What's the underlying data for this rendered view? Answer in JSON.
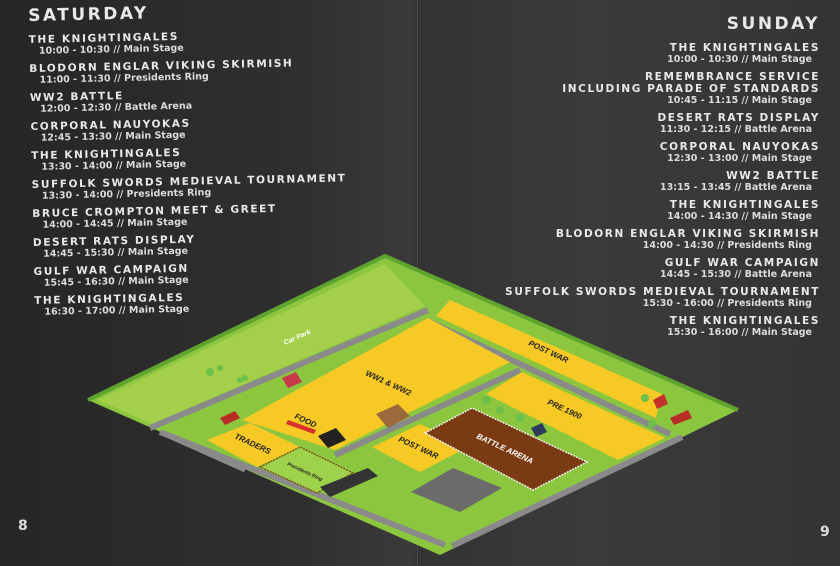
{
  "saturday": {
    "title": "SATURDAY",
    "events": [
      {
        "name": "THE KNIGHTINGALES",
        "time": "10:00 - 10:30 // Main Stage"
      },
      {
        "name": "BLODORN ENGLAR VIKING SKIRMISH",
        "time": "11:00 - 11:30 // Presidents Ring"
      },
      {
        "name": "WW2 BATTLE",
        "time": "12:00 - 12:30 // Battle Arena"
      },
      {
        "name": "CORPORAL NAUYOKAS",
        "time": "12:45 - 13:30 // Main Stage"
      },
      {
        "name": "THE KNIGHTINGALES",
        "time": "13:30 - 14:00 // Main Stage"
      },
      {
        "name": "SUFFOLK SWORDS MEDIEVAL TOURNAMENT",
        "time": "13:30 - 14:00 // Presidents Ring"
      },
      {
        "name": "BRUCE CROMPTON MEET & GREET",
        "time": "14:00 - 14:45 // Main Stage"
      },
      {
        "name": "DESERT RATS DISPLAY",
        "time": "14:45 - 15:30 // Main Stage"
      },
      {
        "name": "GULF WAR CAMPAIGN",
        "time": "15:45 - 16:30 // Main Stage"
      },
      {
        "name": "THE KNIGHTINGALES",
        "time": "16:30 - 17:00 // Main Stage"
      }
    ],
    "page_number": "8"
  },
  "sunday": {
    "title": "SUNDAY",
    "events": [
      {
        "name": "THE KNIGHTINGALES",
        "time": "10:00 - 10:30 // Main Stage"
      },
      {
        "name": "REMEMBRANCE SERVICE",
        "name2": "INCLUDING PARADE OF STANDARDS",
        "time": "10:45 - 11:15 // Main Stage"
      },
      {
        "name": "DESERT RATS DISPLAY",
        "time": "11:30 - 12:15 // Battle Arena"
      },
      {
        "name": "CORPORAL NAUYOKAS",
        "time": "12:30 - 13:00 // Main Stage"
      },
      {
        "name": "WW2 BATTLE",
        "time": "13:15 - 13:45 // Battle Arena"
      },
      {
        "name": "THE KNIGHTINGALES",
        "time": "14:00 - 14:30 // Main Stage"
      },
      {
        "name": "BLODORN ENGLAR VIKING SKIRMISH",
        "time": "14:00 - 14:30 // Presidents Ring"
      },
      {
        "name": "GULF WAR CAMPAIGN",
        "time": "14:45 - 15:30 // Battle Arena"
      },
      {
        "name": "SUFFOLK SWORDS MEDIEVAL TOURNAMENT",
        "time": "15:30 - 16:00 // Presidents Ring"
      },
      {
        "name": "THE KNIGHTINGALES",
        "time": "15:30 - 16:00 // Main Stage"
      }
    ],
    "page_number": "9"
  },
  "map": {
    "car_park": "Car Park",
    "ww1_ww2": "WW1 & WW2",
    "post_war_large": "POST WAR",
    "pre_1900": "PRE 1900",
    "battle_arena": "BATTLE ARENA",
    "post_war_small": "POST WAR",
    "traders": "TRADERS",
    "food": "FOOD",
    "presidents_ring": "Presidents Ring",
    "colors": {
      "grass": "#8cc63f",
      "light_grass": "#a6d04a",
      "zone": "#f7c925",
      "road": "#8a8a8a",
      "arena": "#7a3b12"
    }
  }
}
